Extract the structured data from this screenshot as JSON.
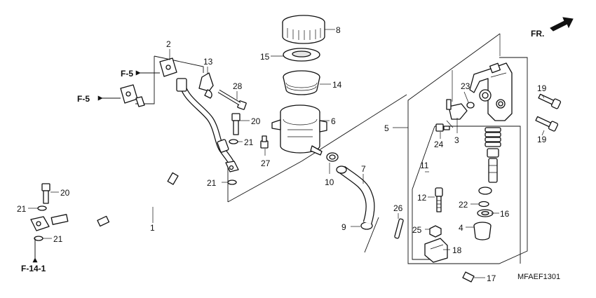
{
  "diagram": {
    "direction_indicator": "FR.",
    "diagram_code": "MFAEF1301",
    "references": [
      "F-5",
      "F-5",
      "F-14-1"
    ],
    "callouts": [
      "1",
      "2",
      "3",
      "4",
      "5",
      "6",
      "7",
      "8",
      "9",
      "10",
      "11",
      "12",
      "13",
      "14",
      "15",
      "16",
      "17",
      "18",
      "19",
      "19",
      "20",
      "20",
      "21",
      "21",
      "21",
      "21",
      "22",
      "23",
      "24",
      "25",
      "26",
      "27",
      "28"
    ]
  },
  "colors": {
    "line": "#111111",
    "background": "#ffffff",
    "shade": "#e6e6e6"
  },
  "icons": [
    "front-arrow-icon",
    "reference-arrow-icon"
  ]
}
